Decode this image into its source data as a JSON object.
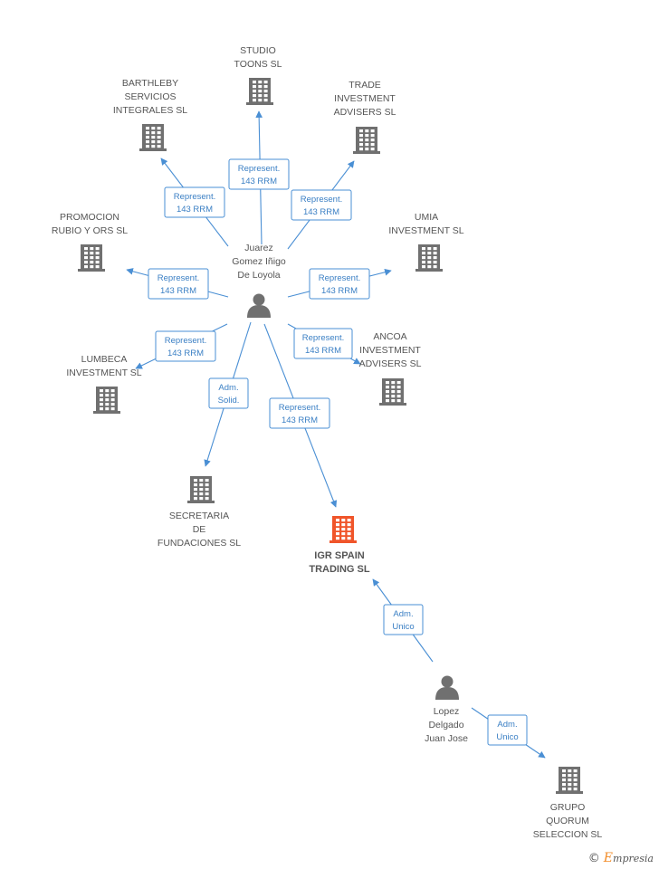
{
  "nodes": {
    "studio": {
      "type": "company",
      "lines": [
        "STUDIO",
        "TOONS SL"
      ]
    },
    "barthleby": {
      "type": "company",
      "lines": [
        "BARTHLEBY",
        "SERVICIOS",
        "INTEGRALES SL"
      ]
    },
    "trade": {
      "type": "company",
      "lines": [
        "TRADE",
        "INVESTMENT",
        "ADVISERS SL"
      ]
    },
    "promocion": {
      "type": "company",
      "lines": [
        "PROMOCION",
        "RUBIO Y ORS SL"
      ]
    },
    "umia": {
      "type": "company",
      "lines": [
        "UMIA",
        "INVESTMENT  SL"
      ]
    },
    "juarez": {
      "type": "person",
      "lines": [
        "Juarez",
        "Gomez Iñigo",
        "De Loyola"
      ]
    },
    "lumbeca": {
      "type": "company",
      "lines": [
        "LUMBECA",
        "INVESTMENT SL"
      ]
    },
    "ancoa": {
      "type": "company",
      "lines": [
        "ANCOA",
        "INVESTMENT",
        "ADVISERS SL"
      ]
    },
    "secretaria": {
      "type": "company",
      "lines": [
        "SECRETARIA",
        "DE",
        "FUNDACIONES SL"
      ]
    },
    "igr": {
      "type": "focus-company",
      "lines": [
        "IGR SPAIN",
        "TRADING  SL"
      ]
    },
    "lopez": {
      "type": "person",
      "lines": [
        "Lopez",
        "Delgado",
        "Juan Jose"
      ]
    },
    "grupo": {
      "type": "company",
      "lines": [
        "GRUPO",
        "QUORUM",
        "SELECCION SL"
      ]
    }
  },
  "edges": [
    {
      "from": "juarez",
      "to": "studio",
      "lines": [
        "Represent.",
        "143 RRM"
      ]
    },
    {
      "from": "juarez",
      "to": "barthleby",
      "lines": [
        "Represent.",
        "143 RRM"
      ]
    },
    {
      "from": "juarez",
      "to": "trade",
      "lines": [
        "Represent.",
        "143 RRM"
      ]
    },
    {
      "from": "juarez",
      "to": "promocion",
      "lines": [
        "Represent.",
        "143 RRM"
      ]
    },
    {
      "from": "juarez",
      "to": "umia",
      "lines": [
        "Represent.",
        "143 RRM"
      ]
    },
    {
      "from": "juarez",
      "to": "lumbeca",
      "lines": [
        "Represent.",
        "143 RRM"
      ]
    },
    {
      "from": "juarez",
      "to": "ancoa",
      "lines": [
        "Represent.",
        "143 RRM"
      ]
    },
    {
      "from": "juarez",
      "to": "secretaria",
      "lines": [
        "Adm.",
        "Solid."
      ]
    },
    {
      "from": "juarez",
      "to": "igr",
      "lines": [
        "Represent.",
        "143 RRM"
      ]
    },
    {
      "from": "lopez",
      "to": "igr",
      "lines": [
        "Adm.",
        "Unico"
      ]
    },
    {
      "from": "lopez",
      "to": "grupo",
      "lines": [
        "Adm.",
        "Unico"
      ]
    }
  ],
  "colors": {
    "edge": "#4a8fd4",
    "company_icon": "#707070",
    "focus_icon": "#f0552a",
    "person_icon": "#707070"
  },
  "footer": {
    "copyright": "©",
    "brand_initial": "E",
    "brand_rest": "mpresia"
  }
}
